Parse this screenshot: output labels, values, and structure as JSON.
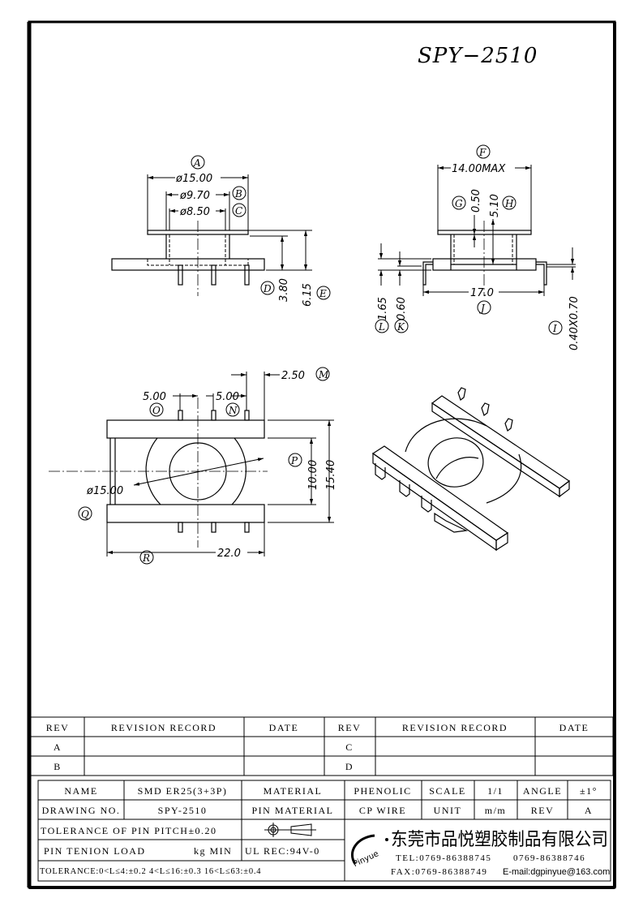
{
  "drawing": {
    "title": "SPY−2510"
  },
  "views": {
    "front": {
      "dims": {
        "A": {
          "tag": "A",
          "value": "ø15.00"
        },
        "B": {
          "tag": "B",
          "value": "ø9.70"
        },
        "C": {
          "tag": "C",
          "value": "ø8.50"
        },
        "D": {
          "tag": "D",
          "value": "3.80"
        },
        "E": {
          "tag": "E",
          "value": "6.15"
        }
      }
    },
    "side": {
      "dims": {
        "F": {
          "tag": "F",
          "value": "14.00MAX"
        },
        "G": {
          "tag": "G",
          "value": "0.50"
        },
        "H": {
          "tag": "H",
          "value": "5.10"
        },
        "J": {
          "tag": "J",
          "value": "17.0"
        },
        "L": {
          "tag": "L",
          "value": "1.65"
        },
        "K": {
          "tag": "K",
          "value": "0.60"
        },
        "I": {
          "tag": "I",
          "value": "0.40X0.70"
        }
      }
    },
    "top": {
      "dims": {
        "M": {
          "tag": "M",
          "value": "2.50"
        },
        "O": {
          "tag": "O",
          "value": "5.00"
        },
        "N": {
          "tag": "N",
          "value": "5.00"
        },
        "P": {
          "tag": "P",
          "value": "10.00"
        },
        "P2": {
          "value": "15.40"
        },
        "dia": {
          "value": "ø15.00"
        },
        "Q": {
          "tag": "Q"
        },
        "R": {
          "tag": "R",
          "value": "22.0"
        }
      }
    }
  },
  "revision_table": {
    "headers": [
      "REV",
      "REVISION RECORD",
      "DATE",
      "REV",
      "REVISION RECORD",
      "DATE"
    ],
    "rows": [
      [
        "A",
        "",
        "",
        "C",
        "",
        ""
      ],
      [
        "B",
        "",
        "",
        "D",
        "",
        ""
      ]
    ]
  },
  "title_block": {
    "name_label": "NAME",
    "name_value": "SMD ER25(3+3P)",
    "material_label": "MATERIAL",
    "material_value": "PHENOLIC",
    "scale_label": "SCALE",
    "scale_value": "1/1",
    "angle_label": "ANGLE",
    "angle_value": "±1°",
    "drawing_no_label": "DRAWING NO.",
    "drawing_no_value": "SPY-2510",
    "pin_material_label": "PIN MATERIAL",
    "pin_material_value": "CP WIRE",
    "unit_label": "UNIT",
    "unit_value": "m/m",
    "rev_label": "REV",
    "rev_value": "A",
    "pin_pitch_tolerance": "TOLERANCE OF PIN PITCH±0.20",
    "pin_tension": "PIN TENION LOAD",
    "pin_tension_unit": "kg MIN",
    "ul_rec": "UL REC:94V-0",
    "tolerance": "TOLERANCE:0<L≤4:±0.2  4<L≤16:±0.3  16<L≤63:±0.4",
    "company_logo_text": "Pinyue",
    "company_name": "东莞市品悦塑胶制品有限公司",
    "tel": "TEL:0769-86388745",
    "tel2": "0769-86388746",
    "fax": "FAX:0769-86388749",
    "email": "E-mail:dgpinyue@163.com"
  }
}
